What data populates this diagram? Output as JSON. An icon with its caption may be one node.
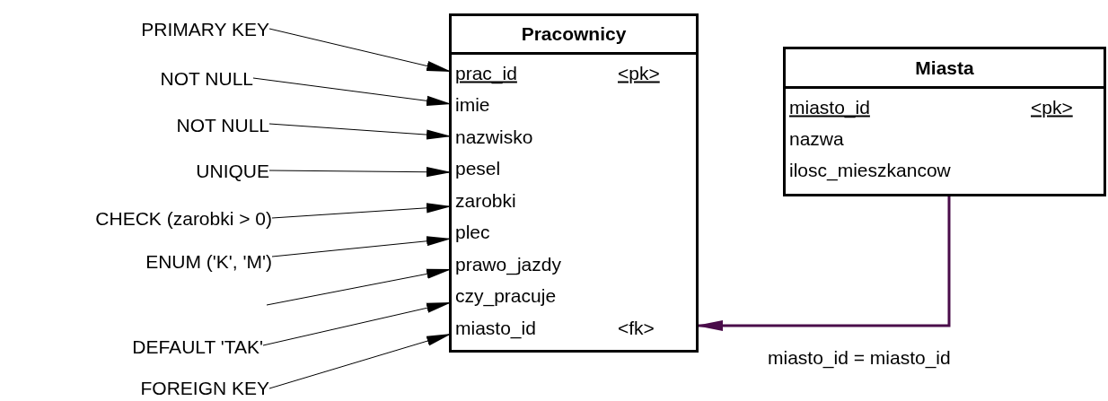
{
  "diagram": {
    "nodes": [
      {
        "text": [
          "PRIMARY KEY"
        ]
      },
      {
        "text": [
          "NOT NULL"
        ]
      },
      {
        "text": [
          "NOT NULL"
        ]
      },
      {
        "text": [
          "UNIQUE"
        ]
      },
      {
        "text": [
          "CHECK (zarobki > 0)"
        ]
      },
      {
        "text": [
          "ENUM ('K', 'M')"
        ]
      },
      {
        "text": [
          "DEFAULT 'TAK'"
        ]
      },
      {
        "text": [
          "FOREIGN KEY"
        ]
      },
      {
        "text": [
          "Pracownicy"
        ]
      },
      {
        "text": [
          "prac_id",
          "<pk>"
        ],
        "in": 8
      },
      {
        "text": [
          "imie"
        ],
        "in": 8
      },
      {
        "text": [
          "nazwisko"
        ],
        "in": 8
      },
      {
        "text": [
          "pesel"
        ],
        "in": 8
      },
      {
        "text": [
          "zarobki"
        ],
        "in": 8
      },
      {
        "text": [
          "plec"
        ],
        "in": 8
      },
      {
        "text": [
          "prawo_jazdy"
        ],
        "in": 8
      },
      {
        "text": [
          "czy_pracuje"
        ],
        "in": 8
      },
      {
        "text": [
          "miasto_id",
          "<fk>"
        ],
        "in": 8
      },
      {
        "text": [
          "Miasta"
        ]
      },
      {
        "text": [
          "miasto_id",
          "<pk>"
        ],
        "in": 18
      },
      {
        "text": [
          "nazwa"
        ],
        "in": 18
      },
      {
        "text": [
          "ilosc_mieszkancow"
        ],
        "in": 18
      }
    ],
    "edges": [
      {
        "from": 0,
        "to": 9,
        "arrow": "to"
      },
      {
        "from": 1,
        "to": 10,
        "arrow": "to"
      },
      {
        "from": 2,
        "to": 11,
        "arrow": "to"
      },
      {
        "from": 3,
        "to": 12,
        "arrow": "to"
      },
      {
        "from": 4,
        "to": 13,
        "arrow": "to"
      },
      {
        "from": 5,
        "to": 14,
        "arrow": "to"
      },
      {
        "from": null,
        "to": 15,
        "arrow": "to"
      },
      {
        "from": 6,
        "to": 16,
        "arrow": "to"
      },
      {
        "from": 7,
        "to": 17,
        "arrow": "to"
      },
      {
        "from": 18,
        "to": 17,
        "arrow": "to",
        "label": "miasto_id = miasto_id",
        "style": "thick",
        "color": "#4a0c4a"
      }
    ]
  }
}
